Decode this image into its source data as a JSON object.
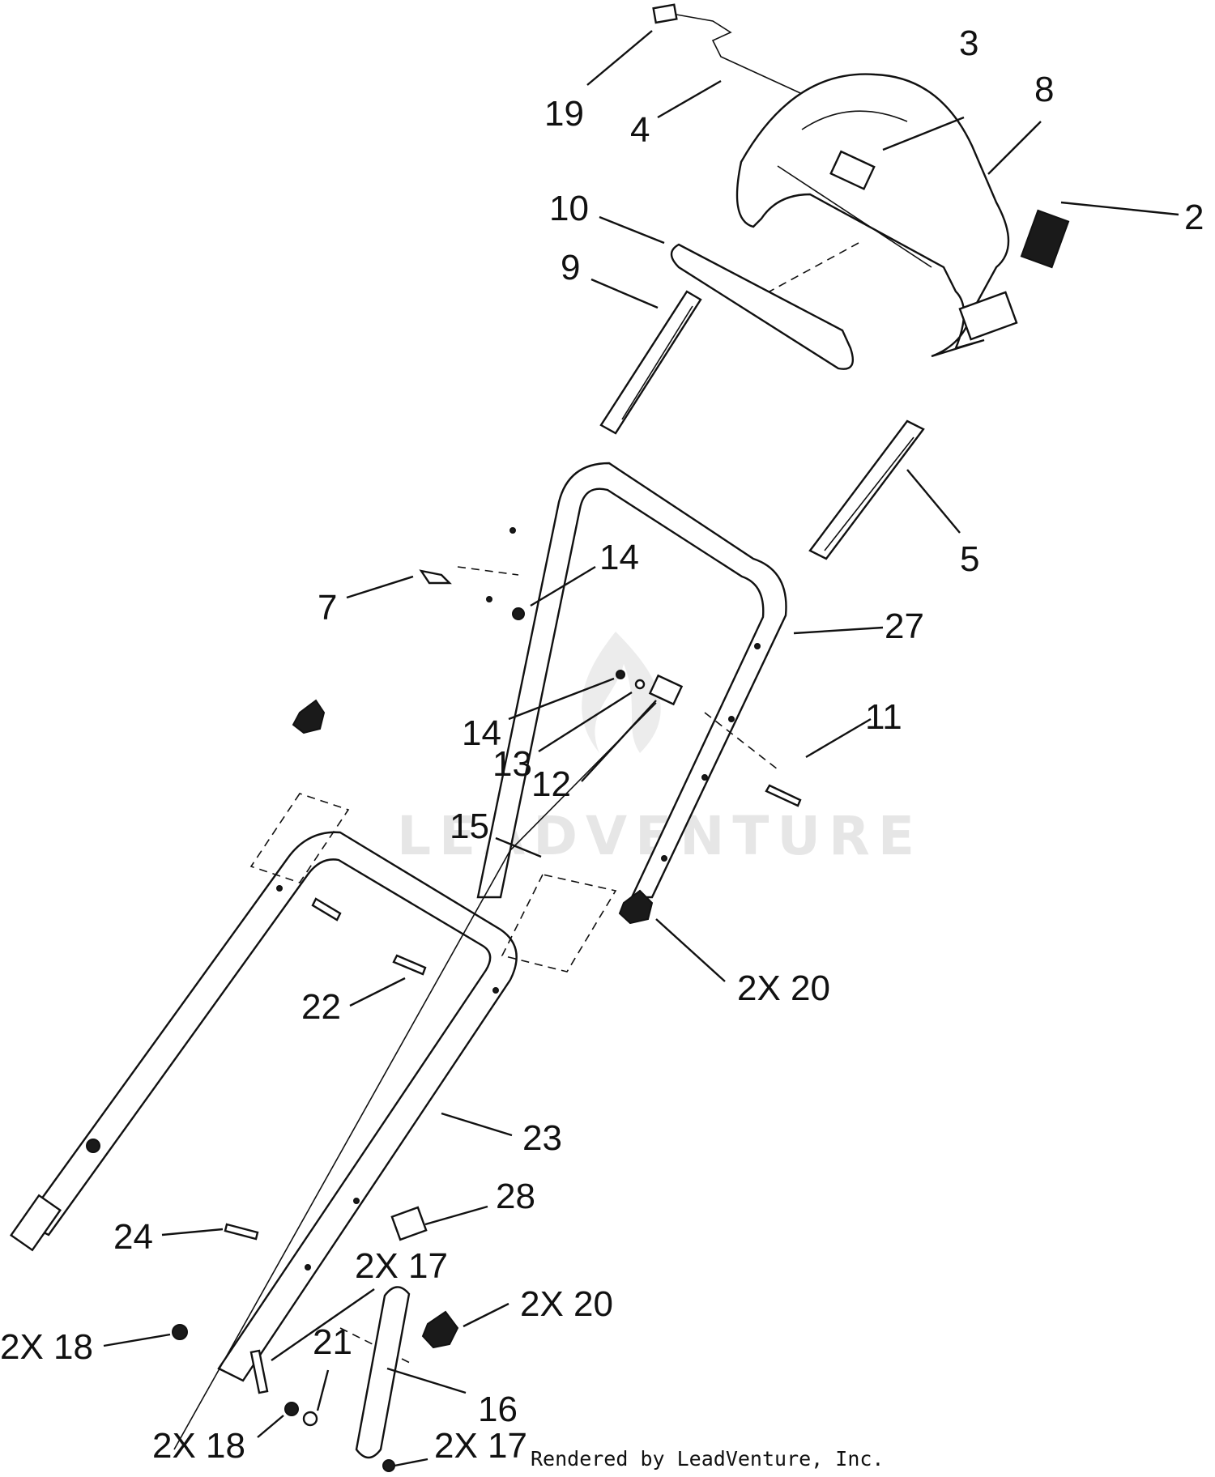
{
  "callouts": [
    {
      "id": "c19",
      "text": "19"
    },
    {
      "id": "c4",
      "text": "4"
    },
    {
      "id": "c3",
      "text": "3"
    },
    {
      "id": "c8",
      "text": "8"
    },
    {
      "id": "c2",
      "text": "2"
    },
    {
      "id": "c10",
      "text": "10"
    },
    {
      "id": "c9",
      "text": "9"
    },
    {
      "id": "c5",
      "text": "5"
    },
    {
      "id": "c14a",
      "text": "14"
    },
    {
      "id": "c7",
      "text": "7"
    },
    {
      "id": "c27",
      "text": "27"
    },
    {
      "id": "c11",
      "text": "11"
    },
    {
      "id": "c14b",
      "text": "14"
    },
    {
      "id": "c13",
      "text": "13"
    },
    {
      "id": "c12",
      "text": "12"
    },
    {
      "id": "c15",
      "text": "15"
    },
    {
      "id": "c20a",
      "text": "2X 20"
    },
    {
      "id": "c22",
      "text": "22"
    },
    {
      "id": "c23",
      "text": "23"
    },
    {
      "id": "c28",
      "text": "28"
    },
    {
      "id": "c24",
      "text": "24"
    },
    {
      "id": "c17a",
      "text": "2X 17"
    },
    {
      "id": "c20b",
      "text": "2X 20"
    },
    {
      "id": "c18a",
      "text": "2X 18"
    },
    {
      "id": "c21",
      "text": "21"
    },
    {
      "id": "c16",
      "text": "16"
    },
    {
      "id": "c18b",
      "text": "2X 18"
    },
    {
      "id": "c17b",
      "text": "2X 17"
    }
  ],
  "watermark": "LEADVENTURE",
  "credit": "Rendered by LeadVenture, Inc."
}
